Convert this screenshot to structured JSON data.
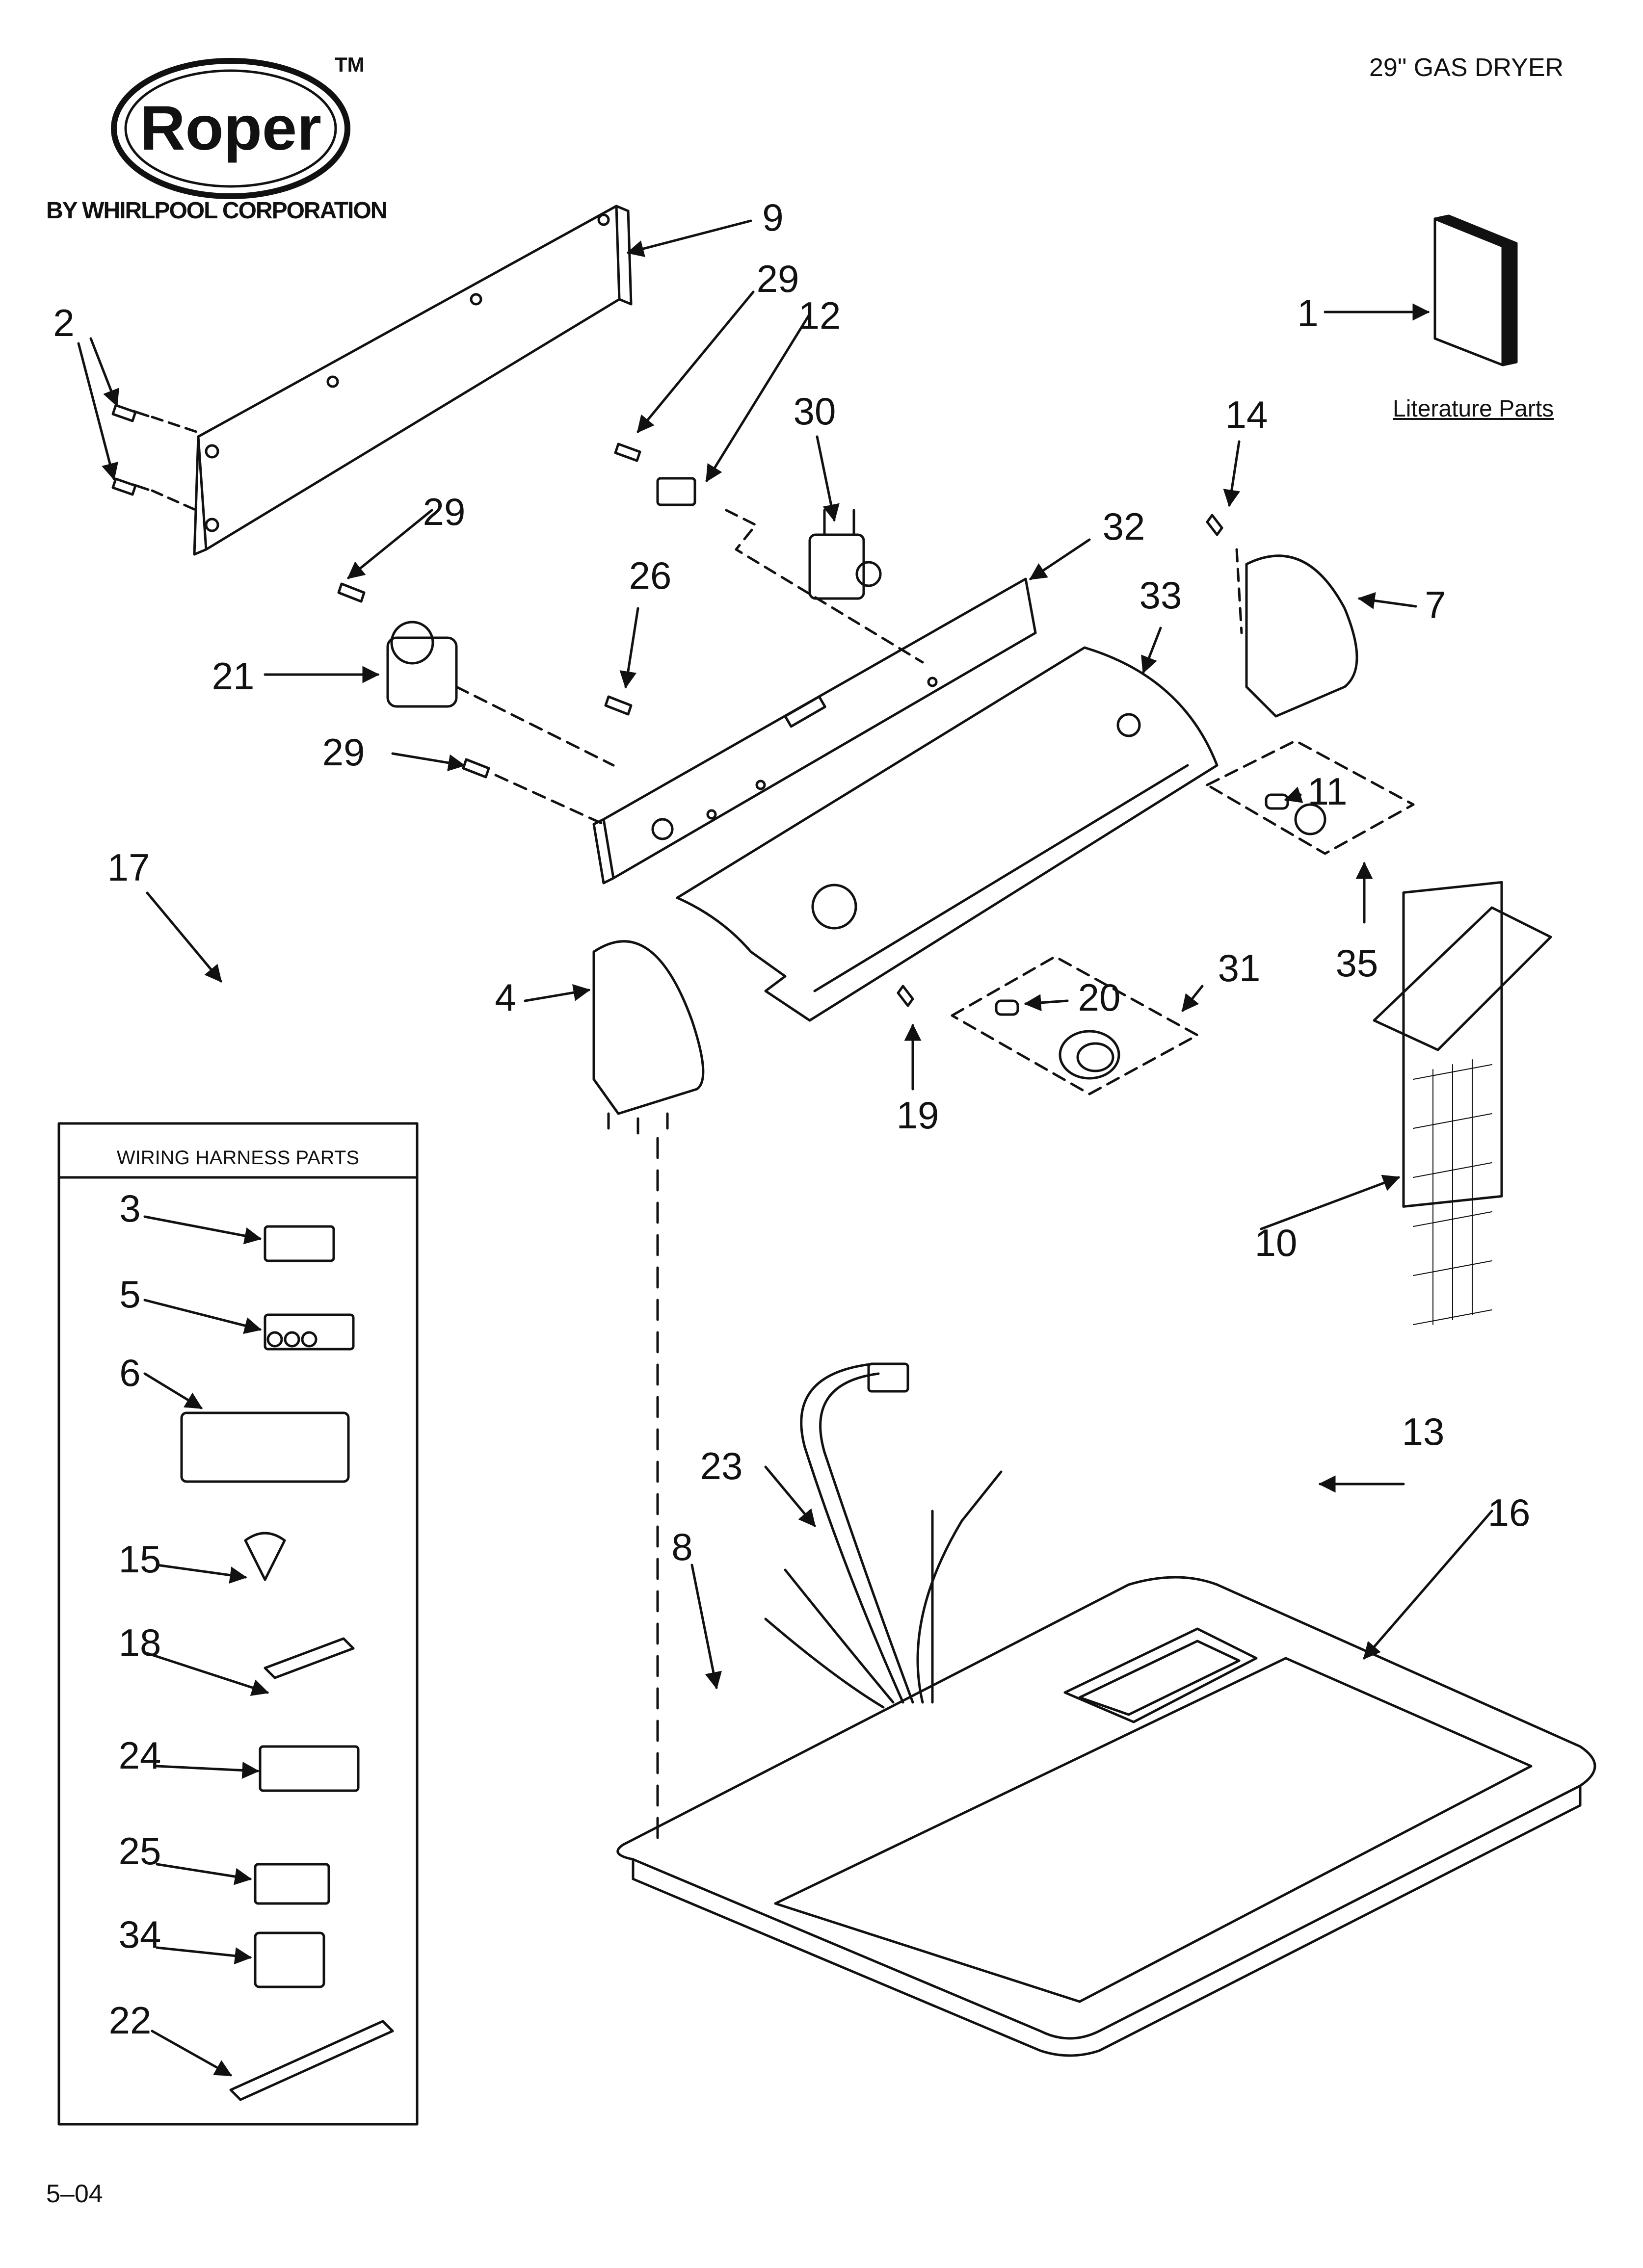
{
  "header": {
    "brand_name": "Roper",
    "trademark": "TM",
    "subtitle": "BY WHIRLPOOL CORPORATION",
    "model_title": "29\" GAS DRYER"
  },
  "literature_label": "Literature Parts",
  "legend": {
    "title": "WIRING HARNESS PARTS",
    "items": [
      "3",
      "5",
      "6",
      "15",
      "18",
      "24",
      "25",
      "34",
      "22"
    ]
  },
  "callouts": {
    "c1": "1",
    "c2": "2",
    "c4": "4",
    "c7": "7",
    "c8": "8",
    "c9": "9",
    "c10": "10",
    "c11": "11",
    "c12": "12",
    "c13": "13",
    "c14": "14",
    "c16": "16",
    "c17": "17",
    "c19": "19",
    "c20": "20",
    "c21": "21",
    "c23": "23",
    "c26": "26",
    "c29a": "29",
    "c29b": "29",
    "c29c": "29",
    "c30": "30",
    "c31": "31",
    "c32": "32",
    "c33": "33",
    "c35": "35"
  },
  "footer": {
    "date_code": "5–04"
  },
  "colors": {
    "ink": "#111111",
    "background": "#ffffff"
  }
}
